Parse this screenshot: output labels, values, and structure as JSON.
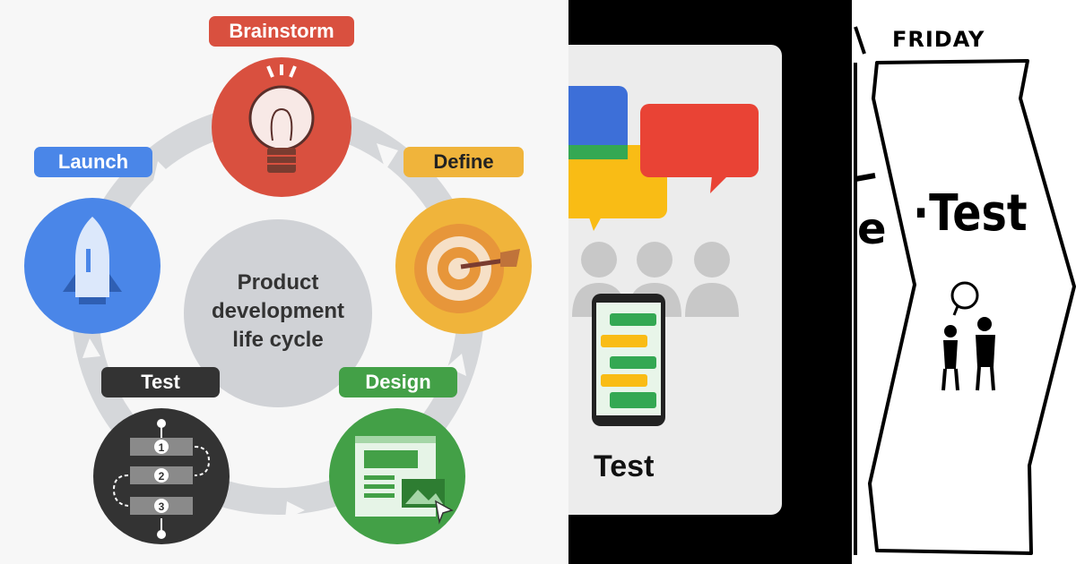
{
  "cycle": {
    "center_label": [
      "Product",
      "development",
      "life cycle"
    ],
    "stages": {
      "brainstorm": "Brainstorm",
      "define": "Define",
      "design": "Design",
      "test": "Test",
      "launch": "Launch"
    },
    "colors": {
      "brainstorm": "#d9503f",
      "define": "#f0b43b",
      "design": "#43a047",
      "test": "#333333",
      "launch": "#4a86e8",
      "ring": "#d5d7da"
    },
    "test_steps": [
      "1",
      "2",
      "3"
    ]
  },
  "test_card": {
    "title": "Test"
  },
  "sketch": {
    "day": "FRIDAY",
    "label": "·Test",
    "left_fragment": "e"
  }
}
